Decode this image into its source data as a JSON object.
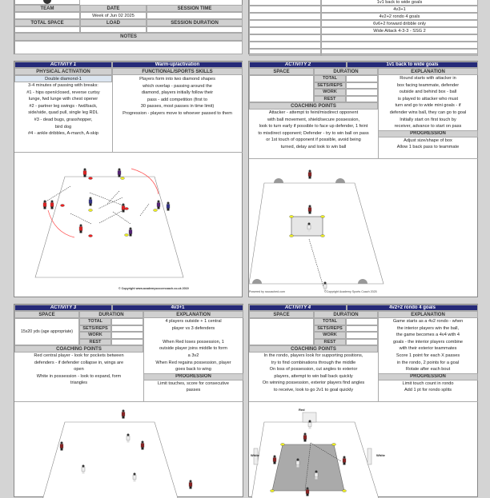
{
  "header": {
    "labels": {
      "team": "TEAM",
      "date": "DATE",
      "session_time": "SESSION TIME",
      "total_space": "TOTAL SPACE",
      "load": "LOAD",
      "session_duration": "SESSION DURATION",
      "notes": "NOTES"
    },
    "values": {
      "team": "",
      "date": "Week of Jun 02 2025",
      "session_time": "",
      "total_space": "",
      "load": "",
      "session_duration": ""
    }
  },
  "activity_list": [
    "1v1 back to wide goals",
    "4v3+1",
    "4v2+2 rondo 4 goals",
    "6v6+2 forward dribble only",
    "Wide Attack 4-3-3 - SSG 2"
  ],
  "activity1": {
    "number": "ACTIVITY 1",
    "title": "Warm-up/activation",
    "physical_header": "PHYSICAL ACTIVATION",
    "functional_header": "FUNCTIONAL/SPORTS SKILLS",
    "physical_name": "Double diamond-1",
    "physical_lines": [
      "3-4 minutes of passing with breaks:",
      "#1 - hips open/closed, reverse curtsy",
      "lunge, fwd lunge with chest opener",
      "#2 - partner leg swings - fwd/back,",
      "side/side, quad pull, single leg RDL",
      "#3 - dead bugs, grasshopper,",
      "bird dog",
      "#4 - ankle dribbles, A-march, A-skip"
    ],
    "functional_lines": [
      "Players form into two diamond shapes",
      "which overlap - passing around the",
      "diamond, players initially follow their",
      "pass - add competition (first to",
      "30 passes, most passes in time limit)",
      "Progression - players move to whoever passed to them"
    ],
    "copyright": "© Copyright www.academysoccercoach.co.uk 2019"
  },
  "labels": {
    "space": "SPACE",
    "duration": "DURATION",
    "explanation": "EXPLANATION",
    "total": "TOTAL",
    "sets_reps": "SETS/REPS",
    "work": "WORK",
    "rest": "REST",
    "coaching_points": "COACHING POINTS",
    "progression": "PROGRESSION"
  },
  "activities": [
    {
      "number": "ACTIVITY 2",
      "title": "1v1 back to wide goals",
      "space": "",
      "explanation": [
        "Round starts with attacker in",
        "box facing teammate, defender",
        "outside and behind box - ball",
        "is played to attacker who must",
        "turn and go to wide mini goals - if",
        "defender wins ball, they can go to goal",
        "Initially start on first touch by",
        "receiver, advance to start on pass"
      ],
      "coaching": [
        "Attacker - attempt to feint/misdirect opponent",
        "with ball movement, shield/secure possession,",
        "look to turn early if possible to face up defender, 1 feint",
        "to misdirect opponent; Defender - try to win ball on pass",
        "or 1st touch of opponent if possible, avoid being",
        "turned, delay and look to win ball"
      ],
      "progression": [
        "Adjust size/shape of box",
        "Allow 1 back pass to teammate"
      ],
      "powered": "Powered by sscoached.com",
      "copyright": "©Copyright Academy Sports Coach 2025"
    },
    {
      "number": "ACTIVITY 3",
      "title": "4v3+1",
      "space": "15x20 yds (age appropriate)",
      "explanation": [
        "4 players outside + 1 central",
        "player vs 3 defenders",
        "",
        "When Red loses possession, 1",
        "outside player joins middle to form",
        "a 3v2",
        "When Red regains possession, player",
        "goes back to wing"
      ],
      "coaching": [
        "Red central player - look for pockets between",
        "defenders - if defender collapse in, wings are",
        "open",
        "White in possession - look to expand, form",
        "triangles"
      ],
      "progression": [
        "Limit touches, score for consecutive",
        "passes"
      ]
    },
    {
      "number": "ACTIVITY 4",
      "title": "4v2+2 rondo 4 goals",
      "space": "",
      "explanation": [
        "Game starts as a 4v2 rondo - when",
        "the interior players win the ball,",
        "the game becomes a 4v4 with 4",
        "goals - the interior players combine",
        "with their exterior teammates",
        "Score 1 point for each X passes",
        "in the rondo, 2 points for a goal",
        "Rotate after each bout"
      ],
      "coaching": [
        "In the rondo, players look for supporting positions,",
        "try to find combinations through the middle",
        "On loss of possession, cut angles to exterior",
        "players, attempt to win ball back quickly",
        "On winning possession, exterior players find angles",
        "to receive, look to go 2v1 to goal quickly"
      ],
      "progression": [
        "Limit touch count in rondo",
        "Add 1 pt for rondo splits"
      ],
      "goal_labels": [
        "Red",
        "White",
        "White"
      ]
    }
  ],
  "colors": {
    "navy": "#252a78",
    "header_gray": "#d0d0d0",
    "light_blue": "#dce6f1"
  }
}
